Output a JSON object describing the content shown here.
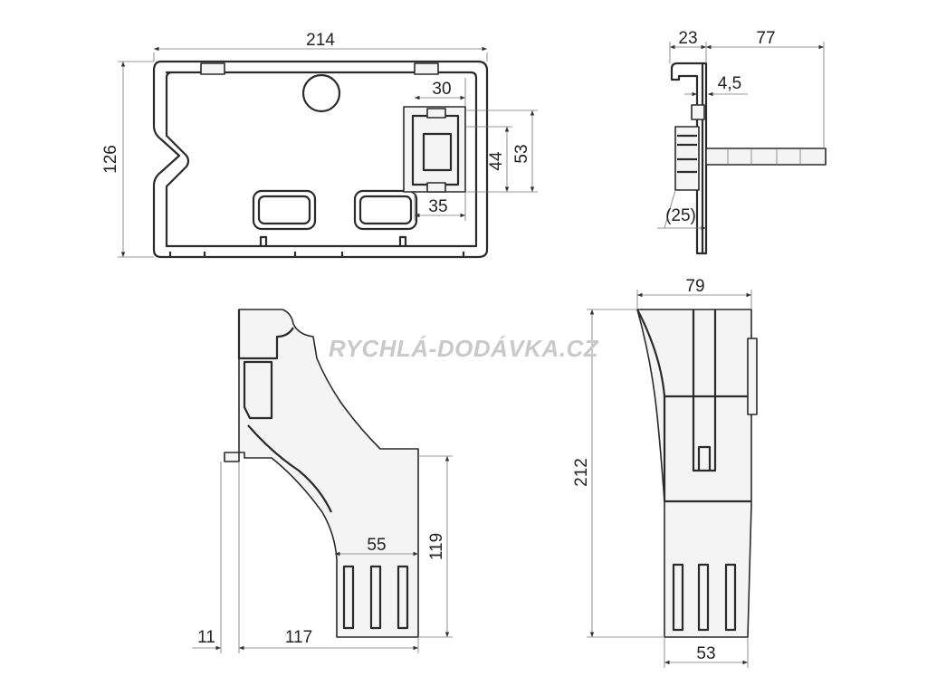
{
  "watermark": "RYCHLÁ-DODÁVKA.CZ",
  "front_view": {
    "width": "214",
    "height": "126",
    "dim_30": "30",
    "dim_44": "44",
    "dim_53": "53",
    "dim_35": "35"
  },
  "side_view": {
    "dim_23": "23",
    "dim_77": "77",
    "dim_4_5": "4,5",
    "dim_25": "(25)"
  },
  "section_view": {
    "dim_55": "55",
    "dim_119": "119",
    "dim_11": "11",
    "dim_117": "117"
  },
  "end_view": {
    "dim_79": "79",
    "dim_212": "212",
    "dim_53": "53"
  }
}
